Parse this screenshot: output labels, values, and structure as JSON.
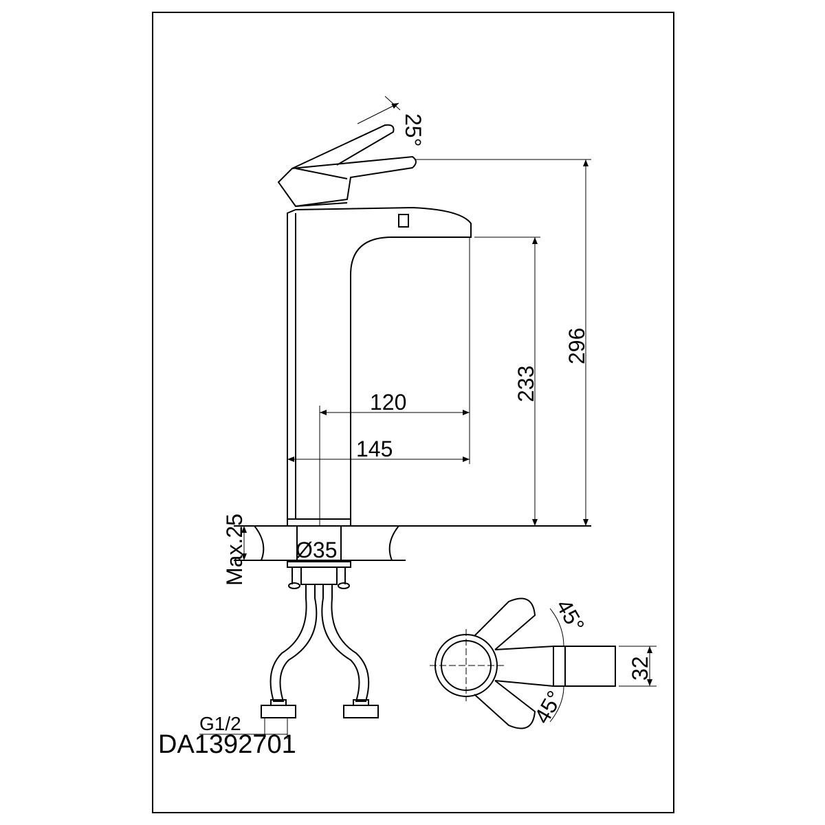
{
  "drawing": {
    "model_code": "DA1392701",
    "dimensions": {
      "handle_angle": "25°",
      "total_height": "296",
      "spout_height": "233",
      "spout_reach_center": "120",
      "spout_reach_total": "145",
      "max_counter_thickness": "Max.25",
      "hole_diameter": "Ø35",
      "thread": "G1/2",
      "top_angle_upper": "45°",
      "top_angle_lower": "45°",
      "spout_width": "32"
    }
  }
}
